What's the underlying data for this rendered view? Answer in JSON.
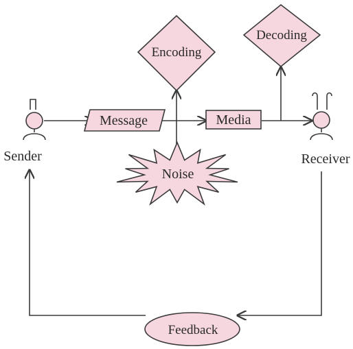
{
  "diagram": {
    "nodes": {
      "sender": "Sender",
      "message": "Message",
      "media": "Media",
      "encoding": "Encoding",
      "decoding": "Decoding",
      "noise": "Noise",
      "receiver": "Receiver",
      "feedback": "Feedback"
    },
    "colors": {
      "fill": "#f6d6df",
      "stroke": "#3a3a3a",
      "background": "#ffffff"
    }
  }
}
